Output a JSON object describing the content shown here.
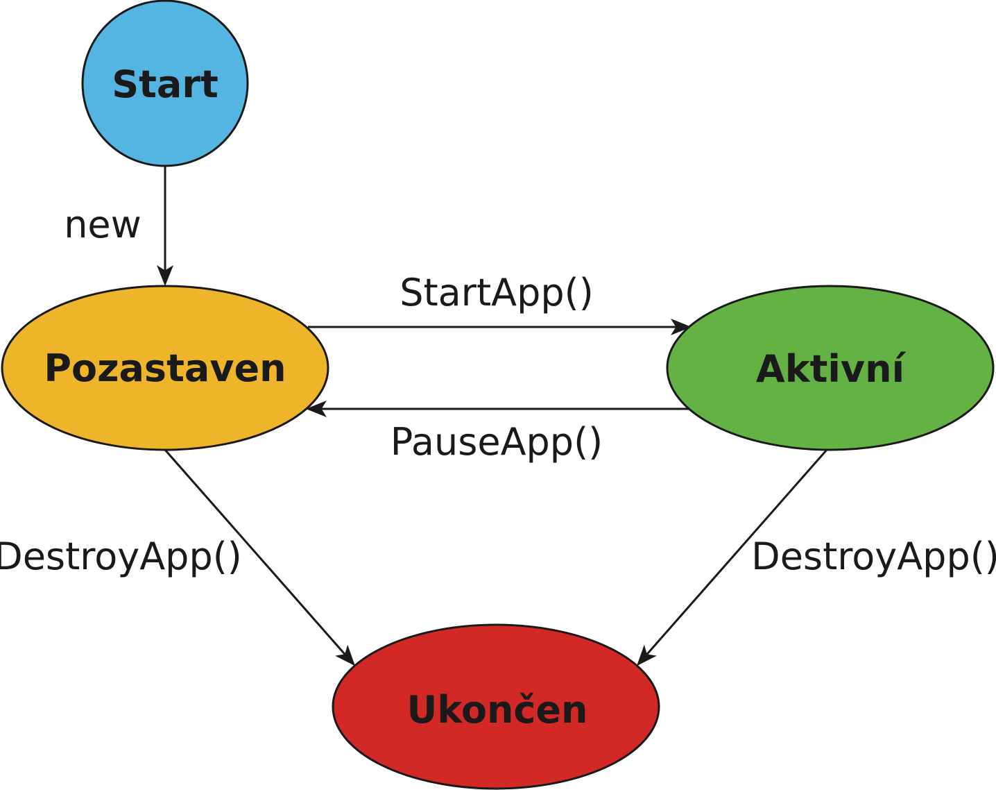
{
  "nodes": {
    "start": {
      "label": "Start",
      "color": "#54b5e2"
    },
    "pozastaven": {
      "label": "Pozastaven",
      "color": "#efb52a"
    },
    "aktivni": {
      "label": "Aktivní",
      "color": "#64b244"
    },
    "ukoncen": {
      "label": "Ukončen",
      "color": "#d22927"
    }
  },
  "edges": {
    "new": {
      "label": "new"
    },
    "start_app": {
      "label": "StartApp()"
    },
    "pause_app": {
      "label": "PauseApp()"
    },
    "destroy_left": {
      "label": "DestroyApp()"
    },
    "destroy_right": {
      "label": "DestroyApp()"
    }
  },
  "colors": {
    "stroke": "#1a1a1a",
    "text": "#1a1a1a"
  }
}
